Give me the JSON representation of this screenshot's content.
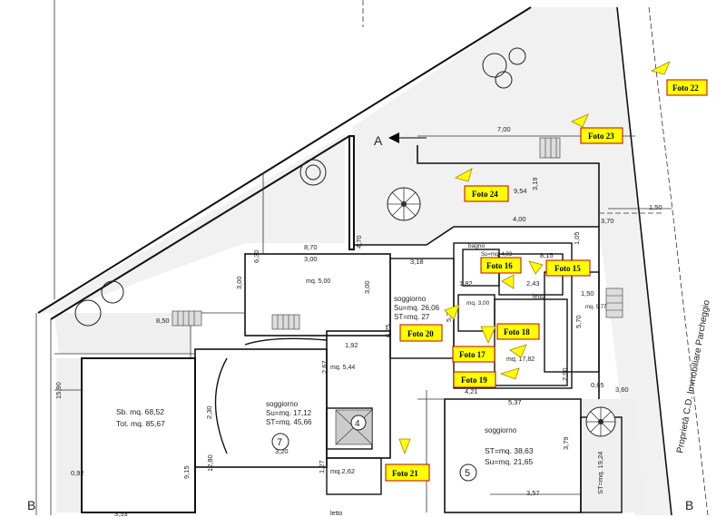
{
  "section_marks": {
    "a": "A",
    "b_left": "B",
    "b_right": "B"
  },
  "dimensions": [
    "7,00",
    "3,19",
    "4,00",
    "3,70",
    "1,50",
    "8,70",
    "3,00",
    "3,18",
    "8,15",
    "1,05",
    "4,93",
    "9,54",
    "2,43",
    "1,50",
    "8,50",
    "1,82",
    "3,00",
    "3,00",
    "6,25",
    "5,22",
    "4,70",
    "5,70",
    "1,92",
    "2,67",
    "6,30",
    "3,20",
    "1,27",
    "4,21",
    "5,37",
    "3,57",
    "3,79",
    "0,65",
    "3,60",
    "3,53",
    "15,90",
    "2,30",
    "9,15",
    "0,92",
    "12,80",
    "2,90"
  ],
  "rooms": {
    "mq5": "mq. 5,00",
    "mq544": "mq. 5,44",
    "mq262": "mq.2,62",
    "mq300": "mq. 3,00",
    "soggiorno_main": "soggiorno",
    "su_main": "Su=mq. 26,06",
    "st_main": "ST=mq. 27",
    "sb": "Sb. mq. 68,52",
    "tot": "Tot. mq. 85,67",
    "sogg7": "soggiorno",
    "su7": "Su=mq. 17,12",
    "st7": "ST=mq. 45,66",
    "sogg5": "soggiorno",
    "st5": "ST=mq. 38,63",
    "su5": "Su=mq. 21,65",
    "st_vert": "ST=mq. 19,24",
    "su493": "Su=mq. 4,93",
    "bagno": "bagno",
    "letto": "letto",
    "mq1782": "mq. 17,82",
    "mq977": "mq. 9,77",
    "num7": "7",
    "num5": "5",
    "num4": "4",
    "letto_bottom": "letto"
  },
  "street_label": "Proprietà C.D. Immobiliare Parcheggio",
  "photos": [
    {
      "id": "foto22",
      "label": "Foto 22"
    },
    {
      "id": "foto23",
      "label": "Foto 23"
    },
    {
      "id": "foto24",
      "label": "Foto 24"
    },
    {
      "id": "foto16",
      "label": "Foto 16"
    },
    {
      "id": "foto15",
      "label": "Foto 15"
    },
    {
      "id": "foto20",
      "label": "Foto 20"
    },
    {
      "id": "foto18",
      "label": "Foto 18"
    },
    {
      "id": "foto17",
      "label": "Foto 17"
    },
    {
      "id": "foto19",
      "label": "Foto 19"
    },
    {
      "id": "foto21",
      "label": "Foto 21"
    }
  ],
  "colors": {
    "photo_tag": "#ffff00",
    "photo_border": "#c00000",
    "lines": "#111111"
  }
}
